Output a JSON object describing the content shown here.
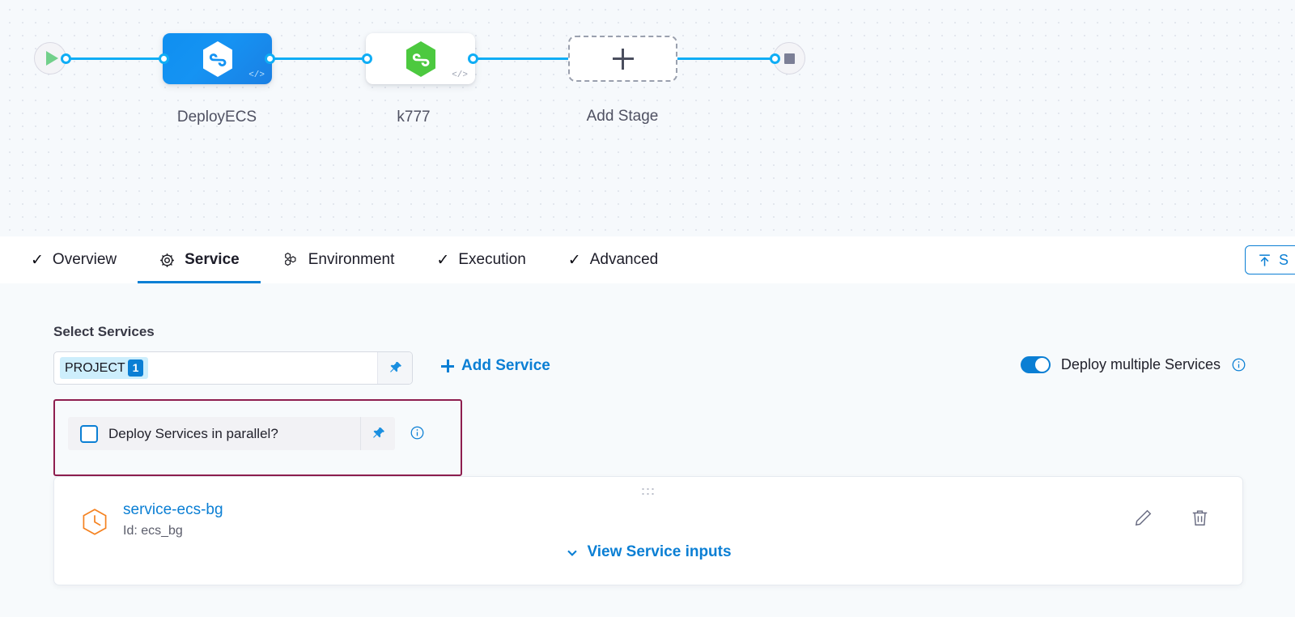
{
  "pipeline": {
    "start_node": {
      "name": "start-node",
      "icon": "play-icon"
    },
    "end_node": {
      "name": "end-node",
      "icon": "stop-icon"
    },
    "stages": [
      {
        "label": "DeployECS",
        "icon": "harness-hex-icon",
        "code_tag": "</>",
        "style": "selected-blue"
      },
      {
        "label": "k777",
        "icon": "harness-hex-icon-green",
        "code_tag": "</>",
        "style": "default-white"
      }
    ],
    "add_stage": {
      "label": "Add Stage",
      "icon": "plus-icon"
    }
  },
  "tabs": [
    {
      "label": "Overview",
      "icon": "check-icon",
      "active": false
    },
    {
      "label": "Service",
      "icon": "gear-icon",
      "active": true
    },
    {
      "label": "Environment",
      "icon": "hex-cluster-icon",
      "active": false
    },
    {
      "label": "Execution",
      "icon": "check-icon",
      "active": false
    },
    {
      "label": "Advanced",
      "icon": "check-icon",
      "active": false
    }
  ],
  "toolbar": {
    "save_label": "S",
    "save_icon": "upload-arrow-icon"
  },
  "service_section": {
    "title": "Select Services",
    "select": {
      "chip_label": "PROJECT",
      "chip_count": "1",
      "pin_icon": "pin-icon"
    },
    "add_service_label": "Add Service",
    "deploy_multiple": {
      "label": "Deploy multiple Services",
      "enabled": true,
      "info_icon": "info-icon"
    },
    "parallel": {
      "label": "Deploy Services in parallel?",
      "checked": false,
      "pin_icon": "pin-icon",
      "info_icon": "info-icon",
      "highlight_color": "#8e1e4f"
    },
    "service_card": {
      "name": "service-ecs-bg",
      "id_label": "Id: ecs_bg",
      "icon": "service-hex-icon",
      "drag_handle": "drag-dots-icon",
      "view_inputs_label": "View Service inputs",
      "view_inputs_icon": "chevron-down-icon",
      "edit_icon": "pencil-icon",
      "delete_icon": "trash-icon"
    }
  },
  "colors": {
    "accent_blue": "#0b7fd4",
    "edge_blue": "#0fadf5",
    "highlight_magenta": "#8e1e4f",
    "green_node": "#4cc93f",
    "orange_service": "#f58220"
  }
}
